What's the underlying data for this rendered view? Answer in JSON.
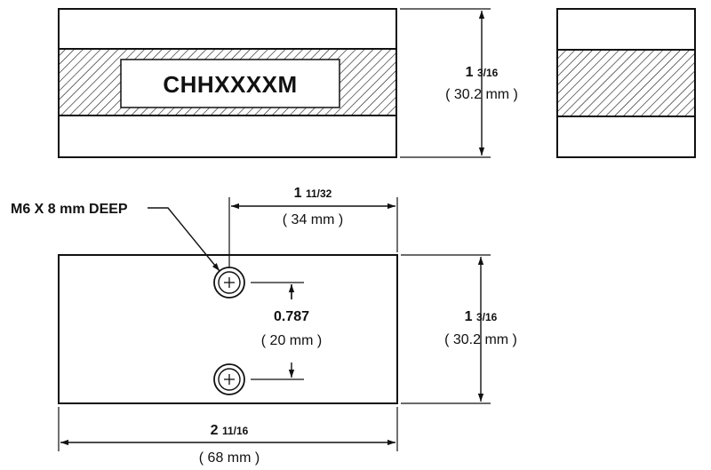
{
  "part_label": "CHHXXXXM",
  "callout": "M6 X 8 mm DEEP",
  "dims": {
    "top_height": {
      "whole": "1",
      "frac": "3/16",
      "metric": "( 30.2 mm )"
    },
    "hole_offset": {
      "whole": "1",
      "frac": "11/32",
      "metric": "( 34 mm )"
    },
    "hole_spacing": {
      "value": "0.787",
      "metric": "( 20 mm )"
    },
    "bottom_height": {
      "whole": "1",
      "frac": "3/16",
      "metric": "( 30.2 mm )"
    },
    "width": {
      "whole": "2",
      "frac": "11/16",
      "metric": "( 68 mm )"
    }
  }
}
